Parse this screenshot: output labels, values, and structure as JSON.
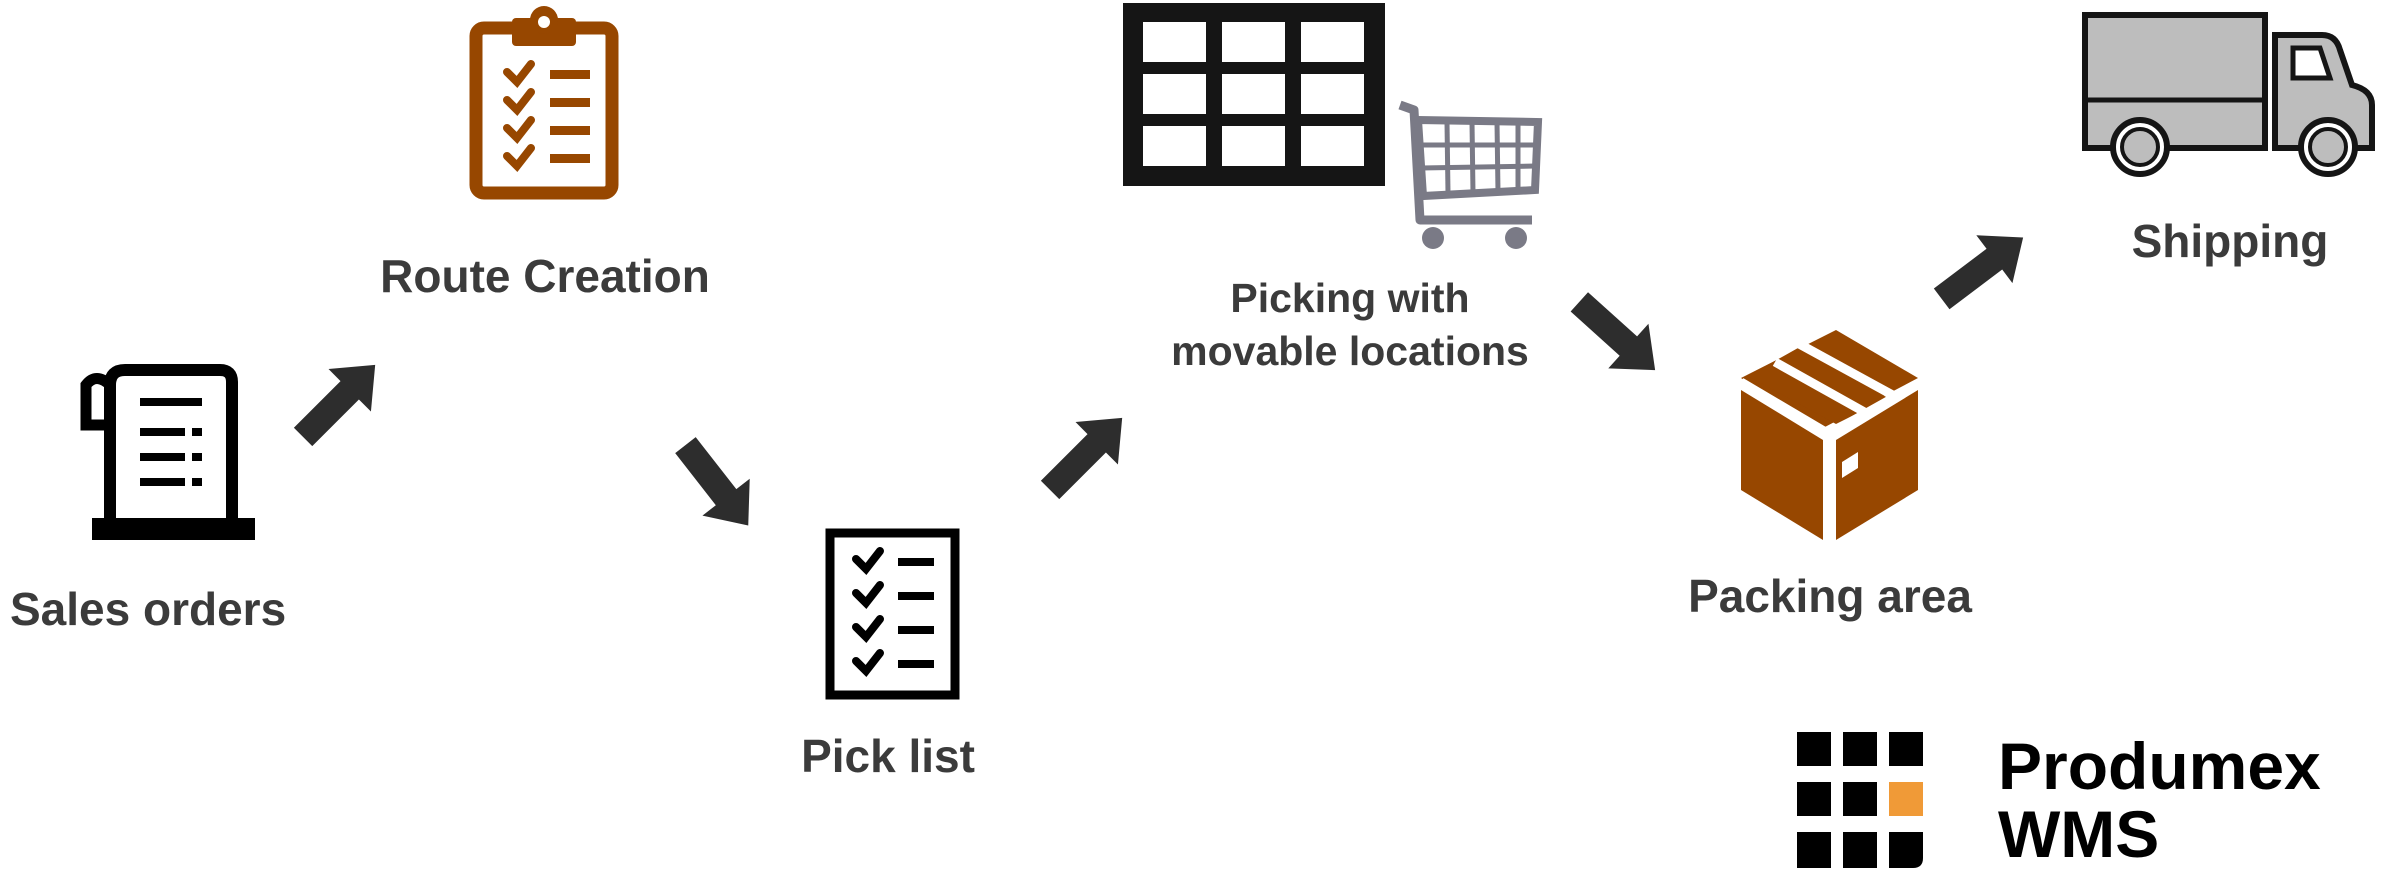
{
  "steps": {
    "sales_orders": "Sales orders",
    "route_creation": "Route Creation",
    "pick_list": "Pick list",
    "picking_line1": "Picking with",
    "picking_line2": "movable locations",
    "packing_area": "Packing area",
    "shipping": "Shipping"
  },
  "brand": {
    "line1": "Produmex",
    "line2": "WMS"
  },
  "icons": [
    "receipt-icon",
    "clipboard-checklist-icon",
    "checklist-icon",
    "shelf-grid-icon",
    "shopping-cart-icon",
    "box-icon",
    "truck-icon",
    "arrow-icon",
    "logo-grid-icon"
  ],
  "colors": {
    "brown": "#974700",
    "black": "#151515",
    "text": "#3b3b3b",
    "arrow": "#2d2d2d",
    "cart": "#7a7a86",
    "truck_fill": "#bdbdbd",
    "logo_accent": "#f09a37"
  }
}
